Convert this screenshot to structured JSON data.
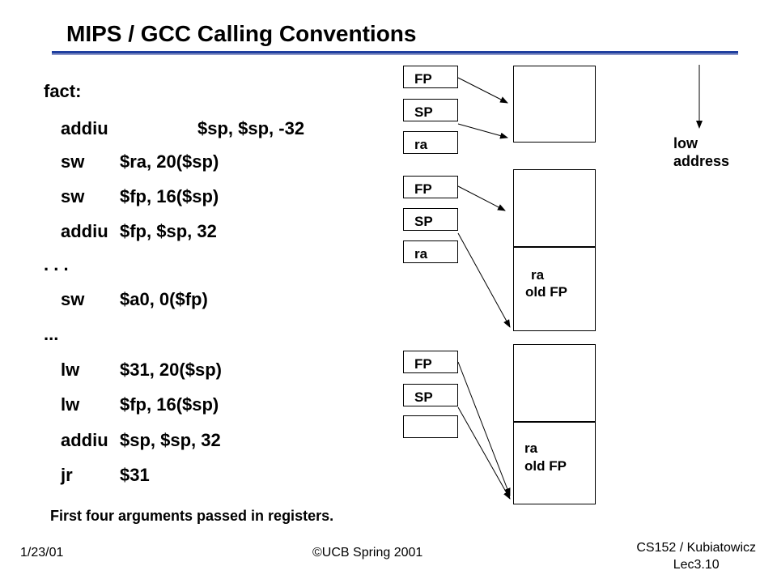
{
  "title": "MIPS / GCC Calling Conventions",
  "code": {
    "label": "fact:",
    "lines": [
      {
        "op": "addiu",
        "args": "$sp, $sp, -32"
      },
      {
        "op": "sw",
        "args": "$ra, 20($sp)"
      },
      {
        "op": "sw",
        "args": "$fp, 16($sp)"
      },
      {
        "op": "addiu",
        "args": "$fp, $sp, 32"
      },
      {
        "sep": ". . ."
      },
      {
        "op": "sw",
        "args": "$a0, 0($fp)"
      },
      {
        "sep": "..."
      },
      {
        "op": "lw",
        "args": "$31, 20($sp)"
      },
      {
        "op": "lw",
        "args": "$fp, 16($sp)"
      },
      {
        "op": "addiu",
        "args": "$sp, $sp, 32"
      },
      {
        "op": "jr",
        "args": "$31"
      }
    ]
  },
  "note": "First four arguments passed in registers.",
  "diagram": {
    "stage1": {
      "fp": "FP",
      "sp": "SP",
      "ra": "ra"
    },
    "stage2": {
      "fp": "FP",
      "sp": "SP",
      "ra": "ra",
      "frame_ra": "ra",
      "frame_oldfp": "old FP"
    },
    "stage3": {
      "fp": "FP",
      "sp": "SP",
      "frame_ra": "ra",
      "frame_oldfp": "old FP"
    },
    "low_address_line1": "low",
    "low_address_line2": "address"
  },
  "footer": {
    "date": "1/23/01",
    "copyright": "©UCB Spring 2001",
    "course": "CS152 / Kubiatowicz",
    "lecture": "Lec3.10"
  },
  "colors": {
    "rule_blue": "#1f3f9f",
    "rule_shadow": "#8c96c8"
  }
}
